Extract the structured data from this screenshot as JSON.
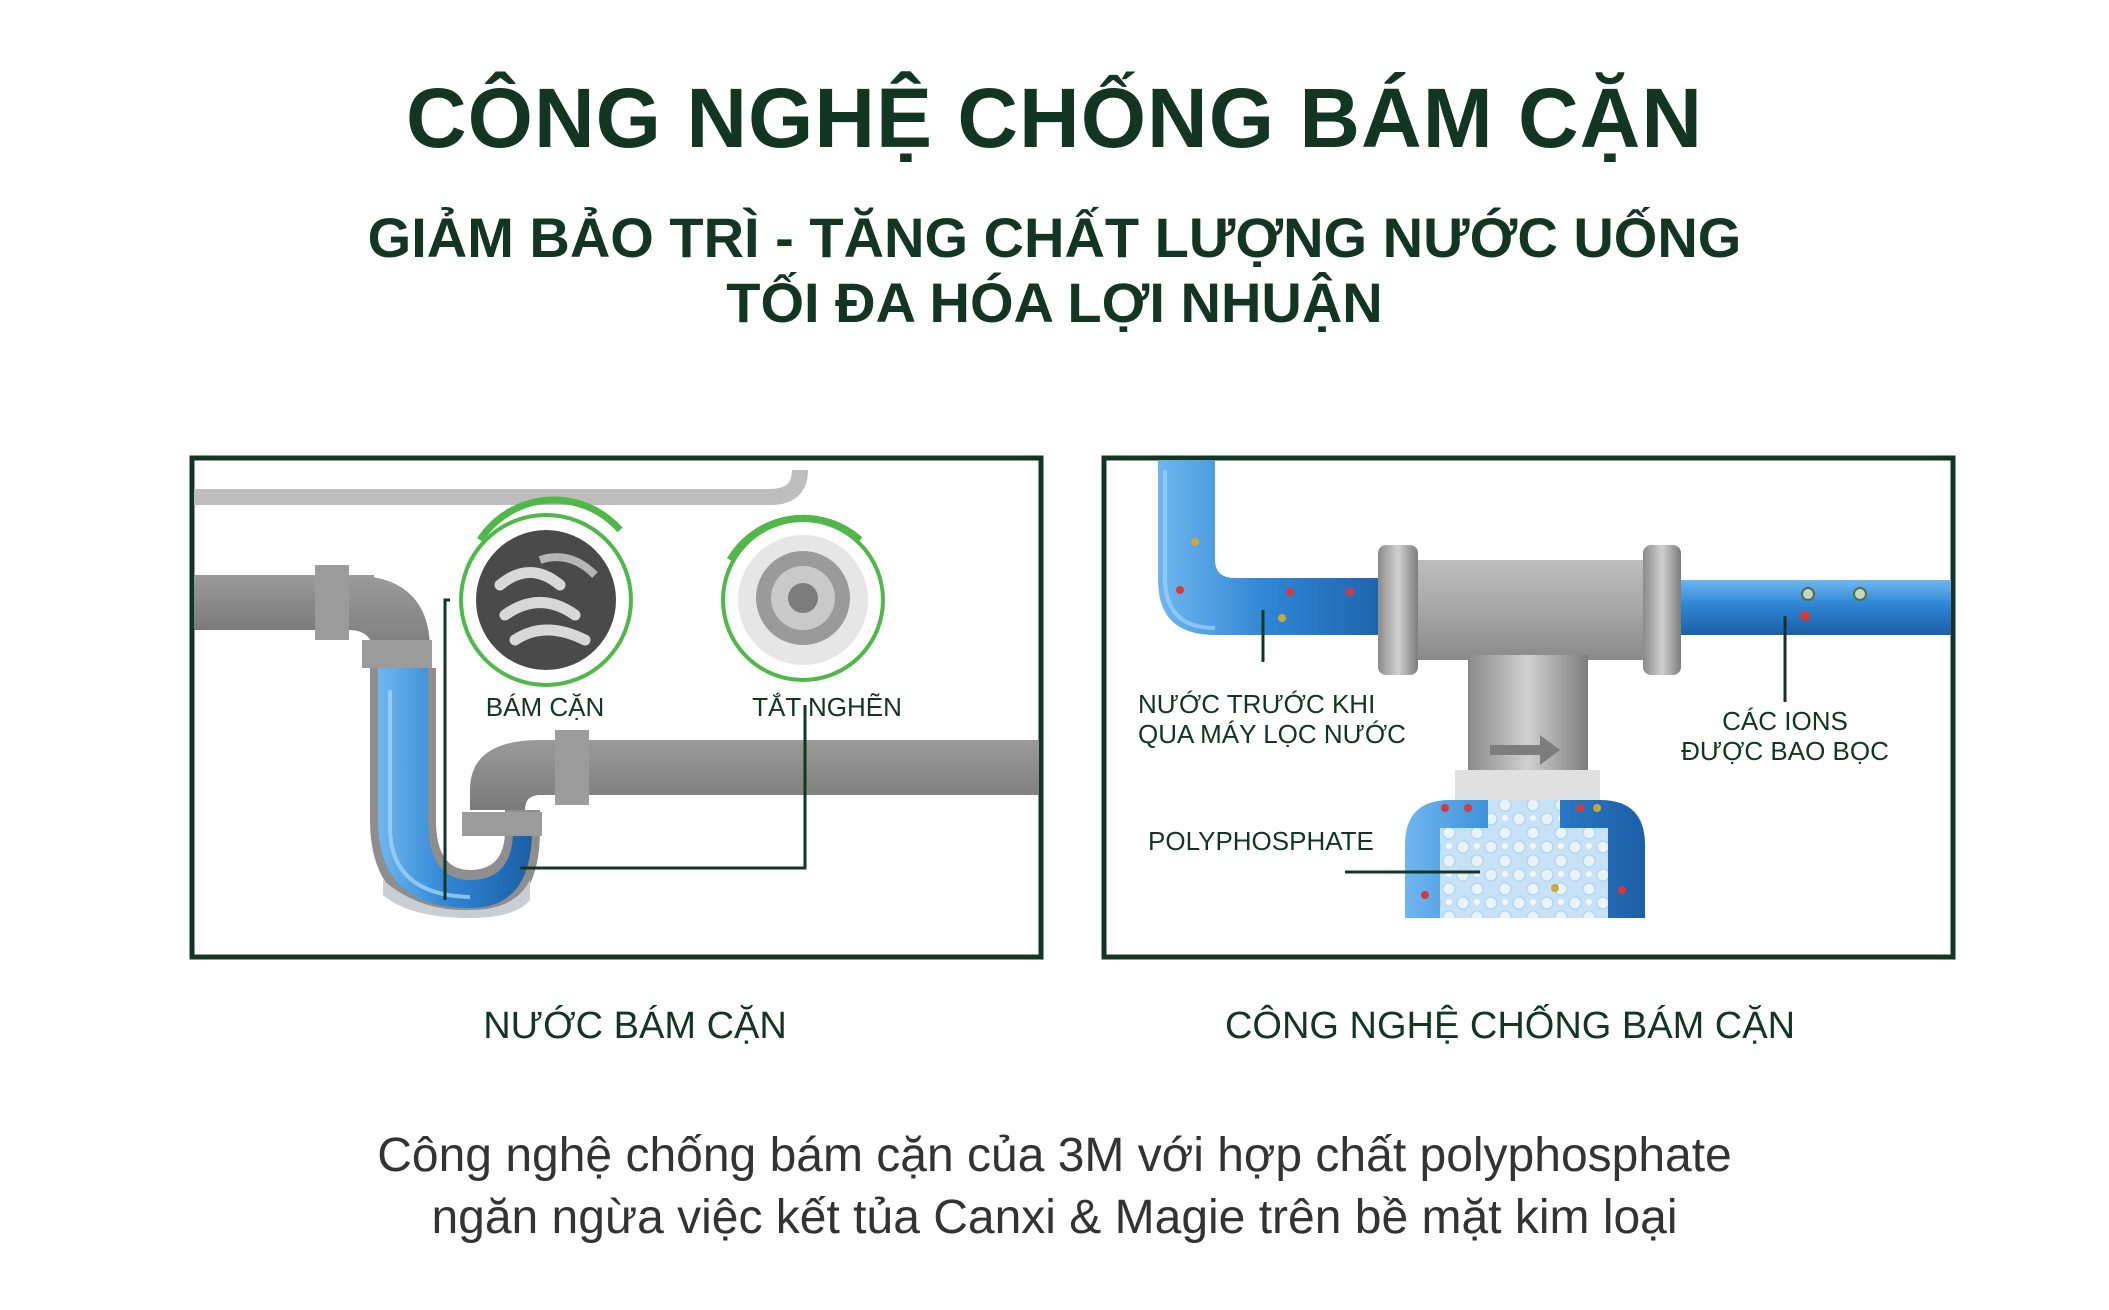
{
  "header": {
    "title": "CÔNG NGHỆ CHỐNG BÁM CẶN",
    "subtitle_line1": "GIẢM BẢO TRÌ -  TĂNG CHẤT LƯỢNG NƯỚC UỐNG",
    "subtitle_line2": "TỐI ĐA HÓA LỢI NHUẬN"
  },
  "left_panel": {
    "caption": "NƯỚC BÁM CẶN",
    "labels": {
      "scale": "BÁM CẶN",
      "clog": "TẮT NGHẼN"
    }
  },
  "right_panel": {
    "caption": "CÔNG NGHỆ CHỐNG BÁM CẶN",
    "labels": {
      "water_before_1": "NƯỚC TRƯỚC KHI",
      "water_before_2": "QUA MÁY LỌC NƯỚC",
      "ions_1": "CÁC IONS",
      "ions_2": "ĐƯỢC BAO BỌC",
      "poly": "POLYPHOSPHATE"
    }
  },
  "description": {
    "line1": "Công nghệ chống bám cặn của 3M với hợp chất polyphosphate",
    "line2": "ngăn ngừa việc kết tủa Canxi & Magie trên bề mặt kim loại"
  },
  "colors": {
    "dark_green": "#123524",
    "pipe_gray": "#8c8c8c",
    "water_blue": "#2f86d4",
    "ring_green": "#4fb848"
  }
}
